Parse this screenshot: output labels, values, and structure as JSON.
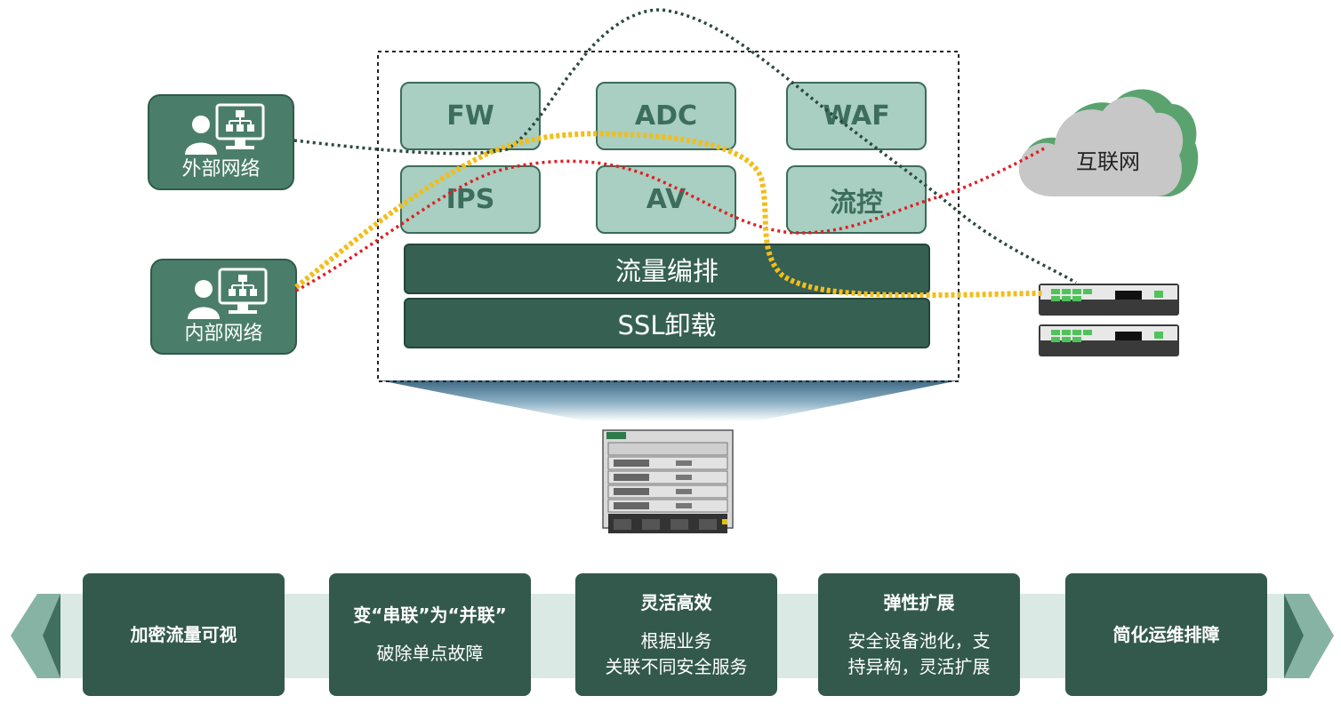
{
  "colors": {
    "service_fill": "#a8cfc1",
    "dark_green": "#33594c",
    "band": "#dbe9e4",
    "path_yellow": "#f2bd1c",
    "path_red": "#e01f24",
    "path_darkgreen": "#2b4a3e",
    "cloud": "#c7c7c7"
  },
  "networks": {
    "external": {
      "label": "外部网络",
      "icon": "user-monitor-icon"
    },
    "internal": {
      "label": "内部网络",
      "icon": "user-monitor-icon"
    }
  },
  "services": [
    "FW",
    "ADC",
    "WAF",
    "IPS",
    "AV",
    "流控"
  ],
  "layers": {
    "orchestration": "流量编排",
    "ssl": "SSL卸载"
  },
  "internet": {
    "label": "互联网",
    "icon": "cloud-icon"
  },
  "devices": {
    "chassis_icon": "chassis-switch-icon",
    "server_icon": "rack-server-icon"
  },
  "features": [
    {
      "title": "加密流量可视",
      "desc": ""
    },
    {
      "title": "变“串联”为“并联”",
      "desc": "破除单点故障"
    },
    {
      "title": "灵活高效",
      "desc": "根据业务\n关联不同安全服务"
    },
    {
      "title": "弹性扩展",
      "desc": "安全设备池化，支\n持异构，灵活扩展"
    },
    {
      "title": "简化运维排障",
      "desc": ""
    }
  ]
}
